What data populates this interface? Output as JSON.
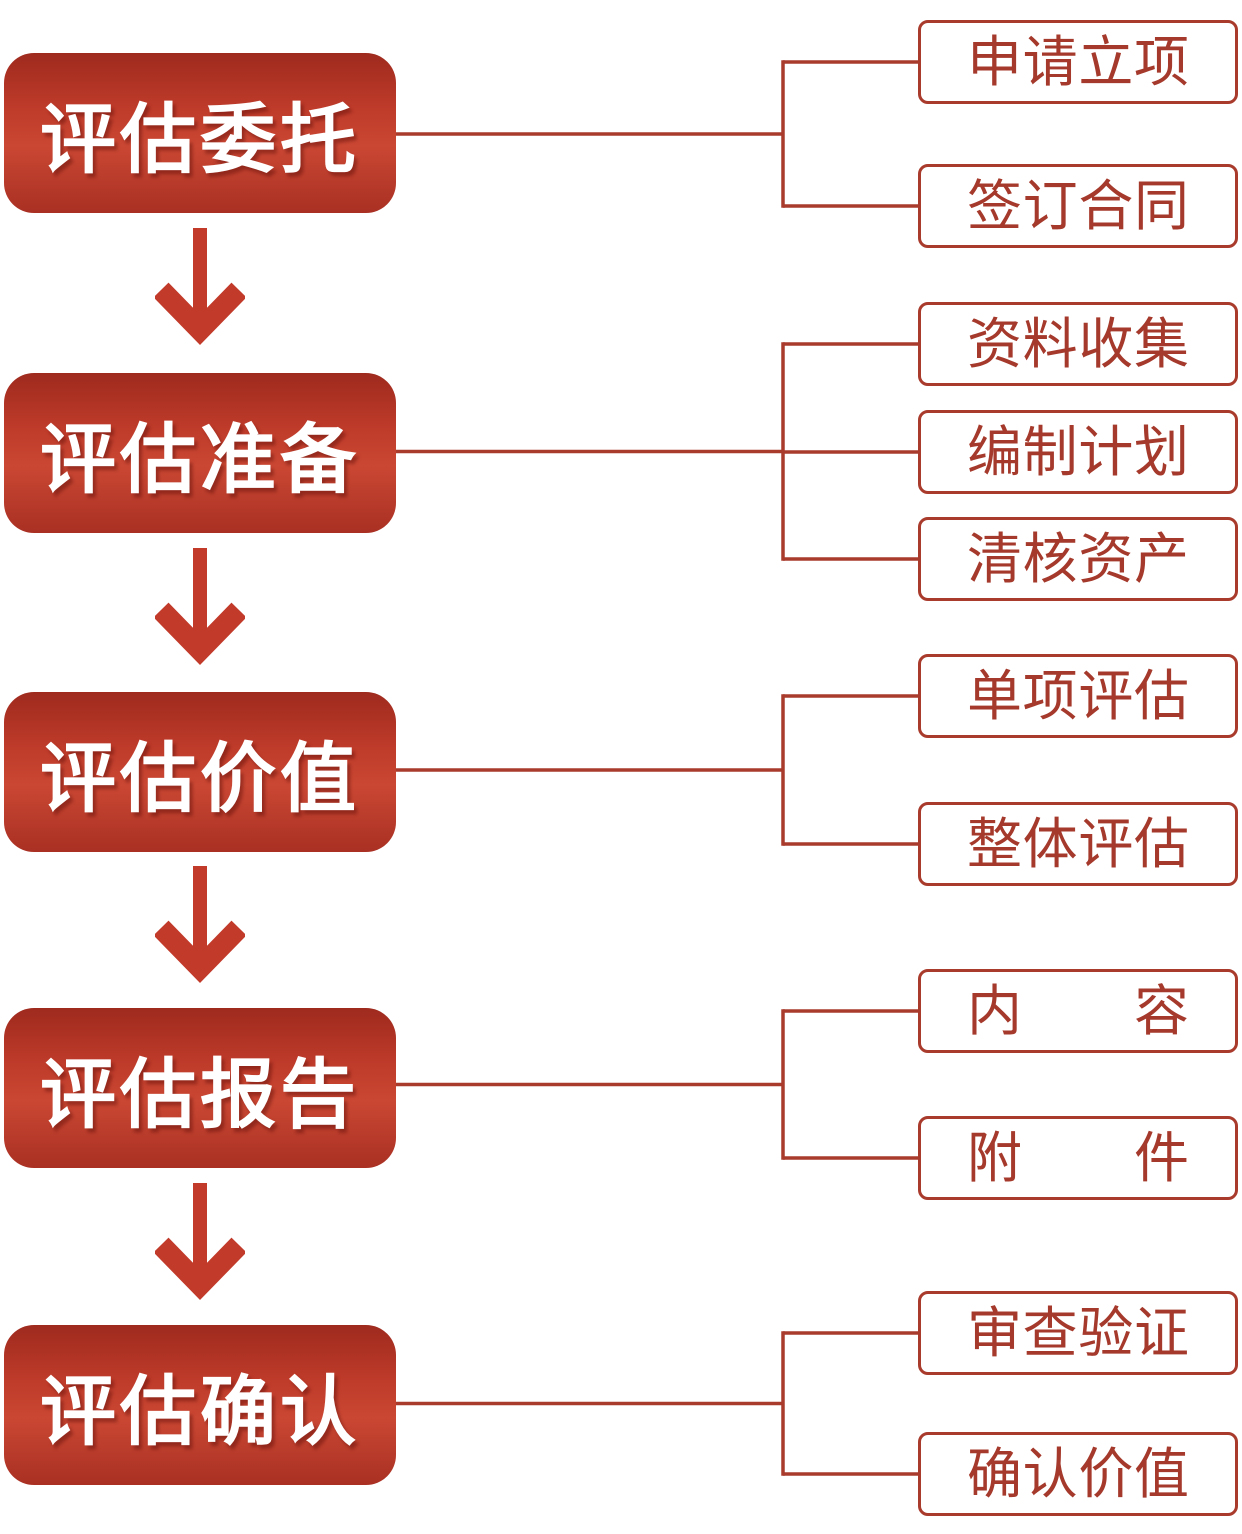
{
  "diagram": {
    "stages": [
      {
        "label": "评估委托",
        "children": [
          "申请立项",
          "签订合同"
        ]
      },
      {
        "label": "评估准备",
        "children": [
          "资料收集",
          "编制计划",
          "清核资产"
        ]
      },
      {
        "label": "评估价值",
        "children": [
          "单项评估",
          "整体评估"
        ]
      },
      {
        "label": "评估报告",
        "children": [
          "内容",
          "附件"
        ]
      },
      {
        "label": "评估确认",
        "children": [
          "审查验证",
          "确认价值"
        ]
      }
    ],
    "colors": {
      "stage_gradient_top": "#9e2a1e",
      "stage_gradient_upper": "#bf3b2a",
      "stage_gradient_center": "#ca4733",
      "stage_gradient_bottom": "#a93023",
      "stage_text": "#ffffff",
      "connector_line": "#a93b2d",
      "child_text": "#a5392b",
      "arrow_red": "#c23a2a",
      "background": "#ffffff"
    }
  }
}
